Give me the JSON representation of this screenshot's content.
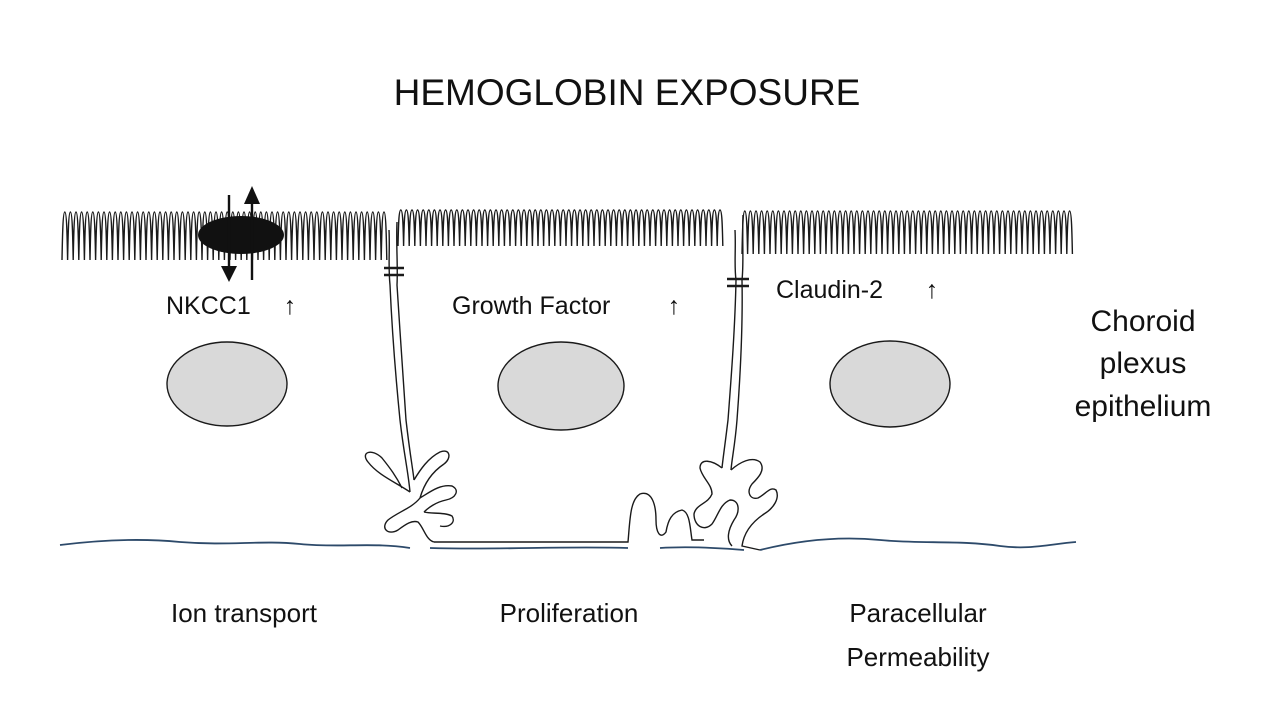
{
  "title": "HEMOGLOBIN EXPOSURE",
  "cells": [
    {
      "marker": "NKCC1",
      "function_label": [
        "Ion transport"
      ]
    },
    {
      "marker": "Growth Factor",
      "function_label": [
        "Proliferation"
      ]
    },
    {
      "marker": "Claudin-2",
      "function_label": [
        "Paracellular",
        "Permeability"
      ]
    }
  ],
  "marker_change_symbol": "↑",
  "tissue_label": [
    "Choroid",
    "plexus",
    "epithelium"
  ],
  "colors": {
    "line": "#1a1a1a",
    "nucleus_fill": "#d9d9d9",
    "basement_membrane": "#2d4a6a",
    "transporter": "#111111"
  }
}
